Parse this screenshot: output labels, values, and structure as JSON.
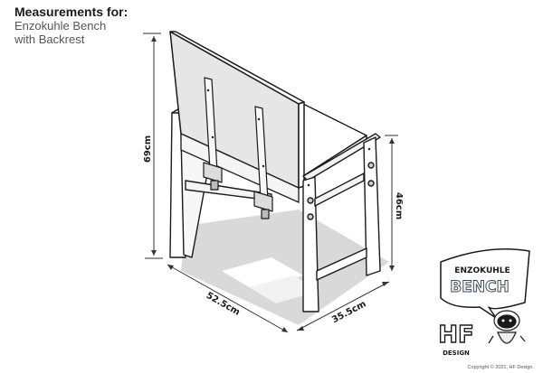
{
  "header": {
    "title": "Measurements for:",
    "product_line1": "Enzokuhle Bench",
    "product_line2": "with Backrest"
  },
  "dimensions": {
    "total_height": "69cm",
    "seat_height": "46cm",
    "length": "52.5cm",
    "depth": "35.5cm"
  },
  "logo": {
    "speech_top": "ENZOKUHLE",
    "speech_main": "BENCH",
    "brand_mark": "HF",
    "brand_sub": "DESIGN"
  },
  "footer": {
    "copyright": "Copyright © 2021, HF Design."
  },
  "colors": {
    "line": "#1a1a1a",
    "panel_fill": "#e6e6e6",
    "shadow": "#d9d9d9",
    "wood_white": "#ffffff",
    "dim_line": "#333333"
  }
}
